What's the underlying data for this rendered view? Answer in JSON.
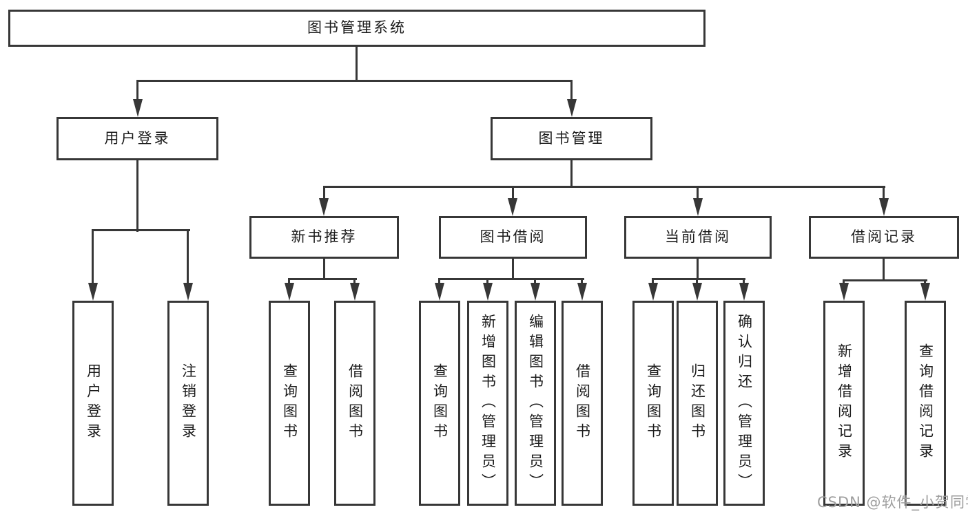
{
  "diagram_type": "tree",
  "colors": {
    "line": "#373737",
    "box_border": "#373737",
    "text": "#1b1b1b",
    "watermark": "#9e9e9e",
    "background": "#ffffff"
  },
  "nodes": {
    "root": "图书管理系统",
    "user_login": "用户登录",
    "book_mgmt": "图书管理",
    "new_book_rec": "新书推荐",
    "book_borrow": "图书借阅",
    "current_borrow": "当前借阅",
    "borrow_records": "借阅记录",
    "leaf_user_login": "用户登录",
    "leaf_logout": "注销登录",
    "leaf_query_book_1": "查询图书",
    "leaf_borrow_book_1": "借阅图书",
    "leaf_query_book_2": "查询图书",
    "leaf_add_book": "新增图书（管理员）",
    "leaf_edit_book": "编辑图书（管理员）",
    "leaf_borrow_book_2": "借阅图书",
    "leaf_query_book_3": "查询图书",
    "leaf_return_book": "归还图书",
    "leaf_confirm_return": "确认归还（管理员）",
    "leaf_add_record": "新增借阅记录",
    "leaf_query_record": "查询借阅记录"
  },
  "edges": [
    [
      "root",
      "user_login"
    ],
    [
      "root",
      "book_mgmt"
    ],
    [
      "user_login",
      "leaf_user_login"
    ],
    [
      "user_login",
      "leaf_logout"
    ],
    [
      "book_mgmt",
      "new_book_rec"
    ],
    [
      "book_mgmt",
      "book_borrow"
    ],
    [
      "book_mgmt",
      "current_borrow"
    ],
    [
      "book_mgmt",
      "borrow_records"
    ],
    [
      "new_book_rec",
      "leaf_query_book_1"
    ],
    [
      "new_book_rec",
      "leaf_borrow_book_1"
    ],
    [
      "book_borrow",
      "leaf_query_book_2"
    ],
    [
      "book_borrow",
      "leaf_add_book"
    ],
    [
      "book_borrow",
      "leaf_edit_book"
    ],
    [
      "book_borrow",
      "leaf_borrow_book_2"
    ],
    [
      "current_borrow",
      "leaf_query_book_3"
    ],
    [
      "current_borrow",
      "leaf_return_book"
    ],
    [
      "current_borrow",
      "leaf_confirm_return"
    ],
    [
      "borrow_records",
      "leaf_add_record"
    ],
    [
      "borrow_records",
      "leaf_query_record"
    ]
  ],
  "watermark": "CSDN @软件_小贺同学"
}
